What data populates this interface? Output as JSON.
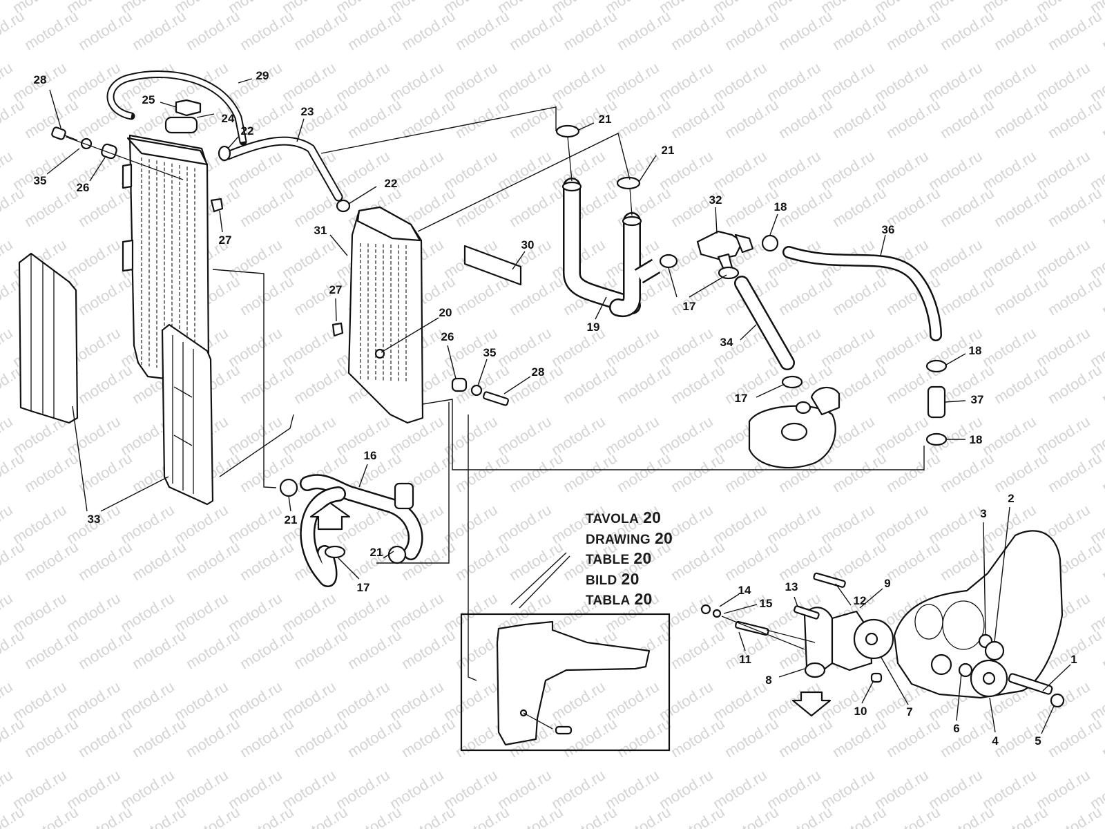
{
  "diagram": {
    "title": "Cooling system exploded parts diagram",
    "watermark": "motod.ru",
    "reference_table": [
      {
        "word": "TAVOLA",
        "number": "20"
      },
      {
        "word": "DRAWING",
        "number": "20"
      },
      {
        "word": "TABLE",
        "number": "20"
      },
      {
        "word": "BILD",
        "number": "20"
      },
      {
        "word": "TABLA",
        "number": "20"
      }
    ],
    "callouts": [
      {
        "id": "c28a",
        "label": "28",
        "part": "screw"
      },
      {
        "id": "c29",
        "label": "29",
        "part": "overflow hose"
      },
      {
        "id": "c25",
        "label": "25",
        "part": "radiator cap"
      },
      {
        "id": "c24",
        "label": "24",
        "part": "cap/filler"
      },
      {
        "id": "c23",
        "label": "23",
        "part": "connecting hose"
      },
      {
        "id": "c22a",
        "label": "22",
        "part": "hose clamp"
      },
      {
        "id": "c22b",
        "label": "22",
        "part": "hose clamp"
      },
      {
        "id": "c35a",
        "label": "35",
        "part": "washer"
      },
      {
        "id": "c26a",
        "label": "26",
        "part": "spacer"
      },
      {
        "id": "c27a",
        "label": "27",
        "part": "rubber grommet"
      },
      {
        "id": "c21a",
        "label": "21",
        "part": "hose clamp"
      },
      {
        "id": "c21b",
        "label": "21",
        "part": "hose clamp"
      },
      {
        "id": "c31",
        "label": "31",
        "part": "right radiator"
      },
      {
        "id": "c30",
        "label": "30",
        "part": "foam pad"
      },
      {
        "id": "c32",
        "label": "32",
        "part": "thermostat union"
      },
      {
        "id": "c18a",
        "label": "18",
        "part": "hose clamp"
      },
      {
        "id": "c36",
        "label": "36",
        "part": "hose"
      },
      {
        "id": "c17a",
        "label": "17",
        "part": "hose clamp"
      },
      {
        "id": "c19",
        "label": "19",
        "part": "Y-hose"
      },
      {
        "id": "c27b",
        "label": "27",
        "part": "rubber grommet"
      },
      {
        "id": "c20",
        "label": "20",
        "part": "bracket"
      },
      {
        "id": "c26b",
        "label": "26",
        "part": "spacer"
      },
      {
        "id": "c35b",
        "label": "35",
        "part": "washer"
      },
      {
        "id": "c28b",
        "label": "28",
        "part": "screw"
      },
      {
        "id": "c34",
        "label": "34",
        "part": "hose"
      },
      {
        "id": "c18b",
        "label": "18",
        "part": "hose clamp"
      },
      {
        "id": "c17b",
        "label": "17",
        "part": "hose clamp"
      },
      {
        "id": "c37",
        "label": "37",
        "part": "union"
      },
      {
        "id": "c18c",
        "label": "18",
        "part": "hose clamp"
      },
      {
        "id": "c16",
        "label": "16",
        "part": "lower hose"
      },
      {
        "id": "c33",
        "label": "33",
        "part": "radiator grilles"
      },
      {
        "id": "c21c",
        "label": "21",
        "part": "hose clamp"
      },
      {
        "id": "c21d",
        "label": "21",
        "part": "hose clamp"
      },
      {
        "id": "c17c",
        "label": "17",
        "part": "hose clamp"
      },
      {
        "id": "c3",
        "label": "3",
        "part": "nut"
      },
      {
        "id": "c2",
        "label": "2",
        "part": "gear"
      },
      {
        "id": "c12",
        "label": "12",
        "part": "screw"
      },
      {
        "id": "c9",
        "label": "9",
        "part": "gasket"
      },
      {
        "id": "c14",
        "label": "14",
        "part": "screw"
      },
      {
        "id": "c15",
        "label": "15",
        "part": "washer"
      },
      {
        "id": "c13",
        "label": "13",
        "part": "screw"
      },
      {
        "id": "c11",
        "label": "11",
        "part": "screw"
      },
      {
        "id": "c8",
        "label": "8",
        "part": "pump cover"
      },
      {
        "id": "c10",
        "label": "10",
        "part": "dowel"
      },
      {
        "id": "c7",
        "label": "7",
        "part": "impeller"
      },
      {
        "id": "c6",
        "label": "6",
        "part": "seal"
      },
      {
        "id": "c4",
        "label": "4",
        "part": "gear"
      },
      {
        "id": "c1",
        "label": "1",
        "part": "shaft"
      },
      {
        "id": "c5",
        "label": "5",
        "part": "nut"
      }
    ]
  }
}
